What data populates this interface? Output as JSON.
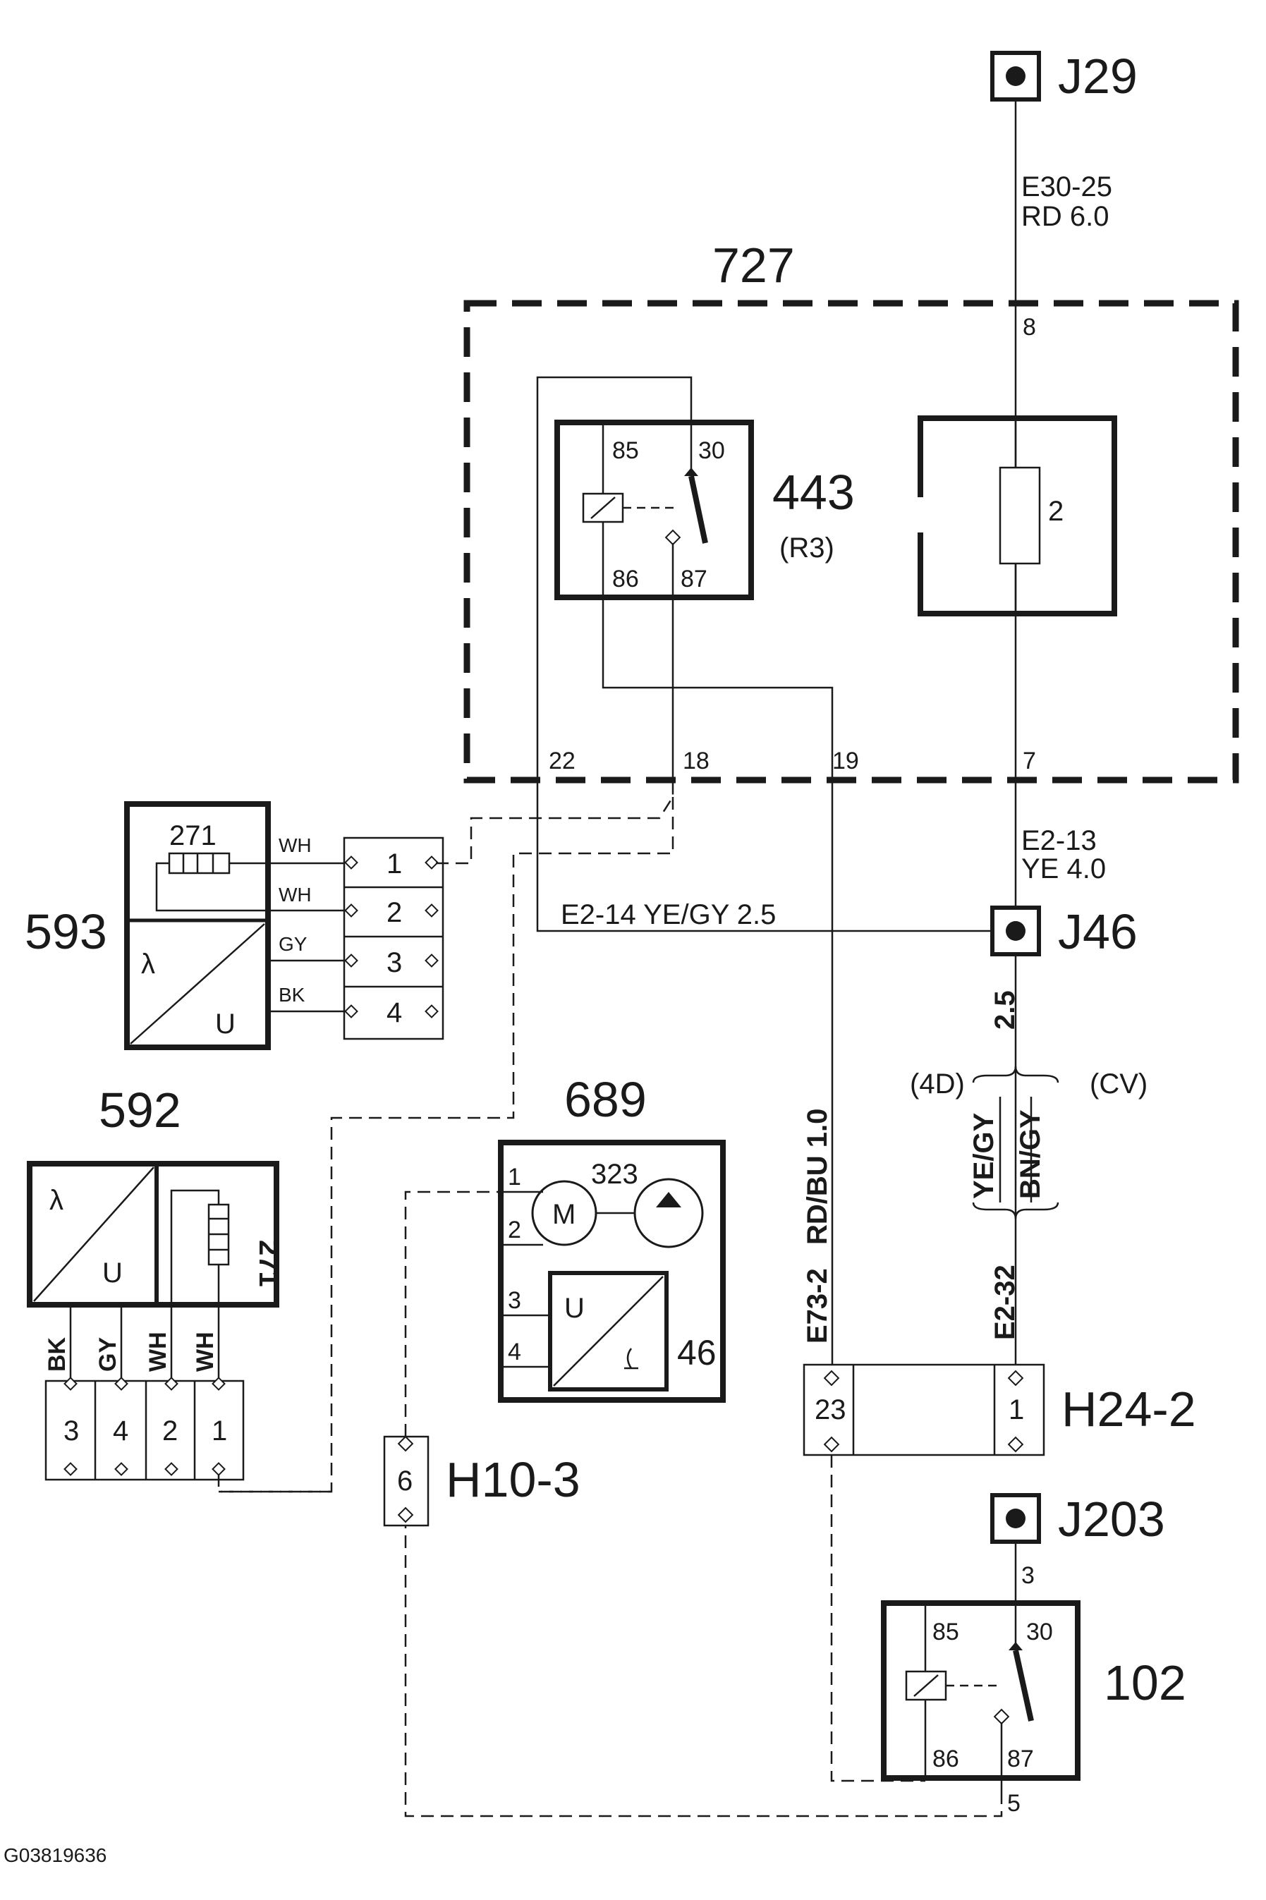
{
  "components": {
    "j29": {
      "id": "J29"
    },
    "j46": {
      "id": "J46"
    },
    "j203": {
      "id": "J203"
    },
    "c727": {
      "id": "727"
    },
    "c443": {
      "id": "443",
      "sub": "(R3)",
      "pins": [
        "85",
        "30",
        "86",
        "87"
      ]
    },
    "fuse": {
      "id": "2"
    },
    "c593": {
      "id": "593",
      "heater": "271",
      "lambda": "λ",
      "u": "U",
      "wires": [
        "WH",
        "WH",
        "GY",
        "BK"
      ],
      "pins": [
        "1",
        "2",
        "3",
        "4"
      ]
    },
    "c592": {
      "id": "592",
      "heater": "271",
      "lambda": "λ",
      "u": "U",
      "wires": [
        "BK",
        "GY",
        "WH",
        "WH"
      ],
      "pins": [
        "3",
        "4",
        "2",
        "1"
      ]
    },
    "c689": {
      "id": "689",
      "pump": "323",
      "motor": "M",
      "sensor": "46",
      "u": "U",
      "pins": [
        "1",
        "2",
        "3",
        "4"
      ]
    },
    "h24": {
      "id": "H24-2",
      "pins": [
        "23",
        "1"
      ]
    },
    "h10": {
      "id": "H10-3",
      "pin": "6"
    },
    "c102": {
      "id": "102",
      "pins": [
        "85",
        "30",
        "86",
        "87"
      ]
    }
  },
  "pins_727": {
    "p8": "8",
    "p7": "7",
    "p22": "22",
    "p18": "18",
    "p19": "19"
  },
  "wires": {
    "e30": [
      "E30-25",
      "RD  6.0"
    ],
    "e213": [
      "E2-13",
      "YE  4.0"
    ],
    "e214": "E2-14 YE/GY  2.5",
    "size25": "2.5",
    "variant4d": "(4D)",
    "variantcv": "(CV)",
    "yegy": "YE/GY",
    "bngy": "BN/GY",
    "e232": "E2-32",
    "rdbu": "RD/BU  1.0",
    "e73": "E73-2",
    "j203pin": "3",
    "r102pin": "5"
  },
  "footer": {
    "code": "G03819636"
  }
}
